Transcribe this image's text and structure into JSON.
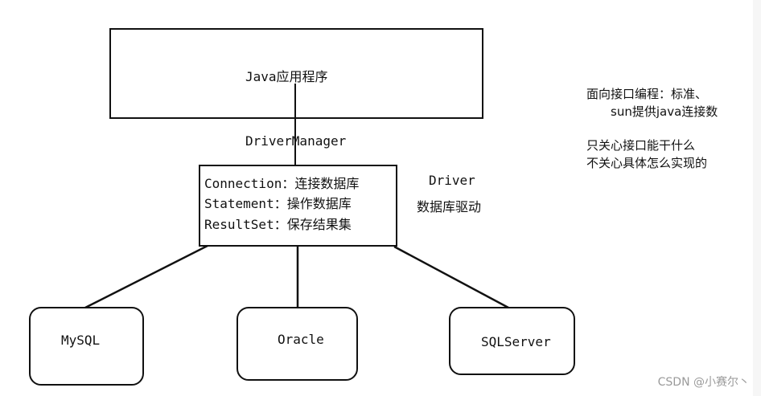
{
  "diagram": {
    "app_box": {
      "label": "Java应用程序"
    },
    "driver_manager_label": "DriverManager",
    "api_box": {
      "lines": [
        "Connection：连接数据库",
        "Statement：操作数据库",
        "ResultSet：保存结果集"
      ]
    },
    "driver": {
      "title": "Driver",
      "subtitle": "数据库驱动"
    },
    "databases": [
      "MySQL",
      "Oracle",
      "SQLServer"
    ]
  },
  "notes": {
    "line1": "面向接口编程：标准、",
    "line2": "sun提供java连接数",
    "line3": "只关心接口能干什么",
    "line4": "不关心具体怎么实现的"
  },
  "watermark": "CSDN @小赛尔丶"
}
